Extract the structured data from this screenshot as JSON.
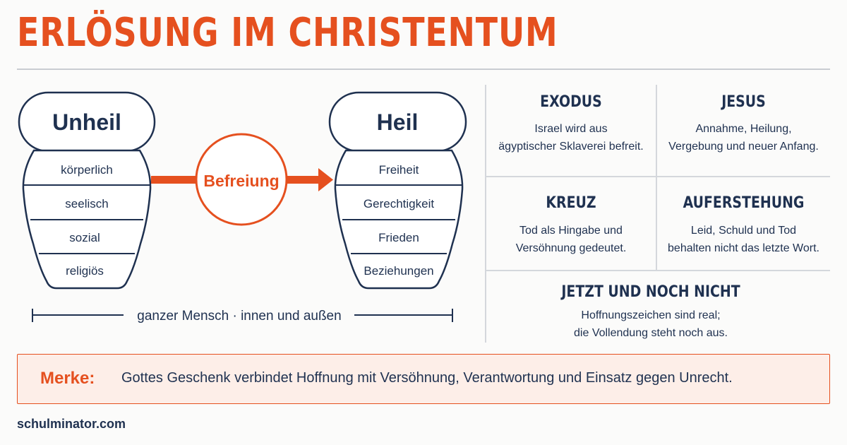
{
  "title": "ERLÖSUNG IM CHRISTENTUM",
  "left_box": {
    "title": "Unheil",
    "items": [
      "körperlich",
      "seelisch",
      "sozial",
      "religiös"
    ]
  },
  "center": {
    "label": "Befreiung"
  },
  "right_box": {
    "title": "Heil",
    "items": [
      "Freiheit",
      "Gerechtigkeit",
      "Frieden",
      "Beziehungen"
    ]
  },
  "scale_caption": "ganzer Mensch · innen und außen",
  "cells": [
    {
      "title": "EXODUS",
      "line1": "Israel wird aus",
      "line2": "ägyptischer Sklaverei befreit."
    },
    {
      "title": "JESUS",
      "line1": "Annahme, Heilung,",
      "line2": "Vergebung und neuer Anfang."
    },
    {
      "title": "KREUZ",
      "line1": "Tod als Hingabe und",
      "line2": "Versöhnung gedeutet."
    },
    {
      "title": "AUFERSTEHUNG",
      "line1": "Leid, Schuld und Tod",
      "line2": "behalten nicht das letzte Wort."
    },
    {
      "title": "JETZT UND NOCH NICHT",
      "line1": "Hoffnungszeichen sind real;",
      "line2": "die Vollendung steht noch aus."
    }
  ],
  "merke": {
    "label": "Merke:",
    "text": "Gottes Geschenk verbindet Hoffnung mit Versöhnung, Verantwortung und Einsatz gegen Unrecht."
  },
  "footer": "schulminator.com",
  "colors": {
    "accent": "#e5501f",
    "navy": "#1f3150",
    "grid": "#d4d7dc"
  }
}
